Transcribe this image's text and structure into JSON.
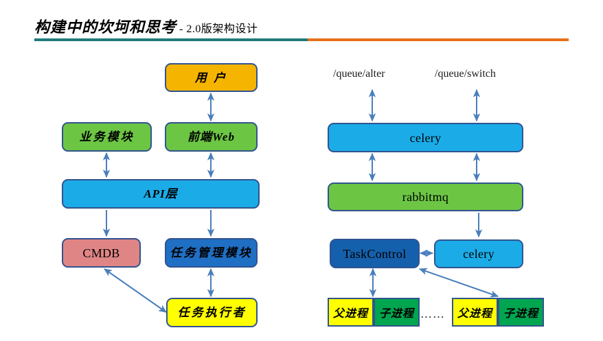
{
  "header": {
    "title_main": "构建中的坎坷和思考",
    "title_sub": "- 2.0版架构设计",
    "rule_teal_color": "#1F7A7A",
    "rule_orange_color": "#E8701A"
  },
  "palette": {
    "orange": "#F5B400",
    "green": "#6CC644",
    "light_blue": "#1BACE8",
    "dark_blue": "#1F6FC4",
    "deep_blue": "#1560AC",
    "pink": "#E08585",
    "yellow": "#FFFF00",
    "emerald": "#00A550",
    "border": "#31538F",
    "arrow": "#4A7EBB"
  },
  "left_diagram": {
    "nodes": [
      {
        "id": "user",
        "label": "用   户",
        "fill": "#F5B400",
        "style": "cn"
      },
      {
        "id": "biz-module",
        "label": "业务模块",
        "fill": "#6CC644",
        "style": "cn"
      },
      {
        "id": "frontend-web",
        "label": "前端Web",
        "fill": "#6CC644",
        "style": "mixed"
      },
      {
        "id": "api-layer",
        "label": "API层",
        "fill": "#1BACE8",
        "style": "mixed"
      },
      {
        "id": "cmdb",
        "label": "CMDB",
        "fill": "#E08585",
        "style": "en"
      },
      {
        "id": "task-manage",
        "label": "任务管理模块",
        "fill": "#1F6FC4",
        "style": "cn"
      },
      {
        "id": "task-runner",
        "label": "任务执行者",
        "fill": "#FFFF00",
        "style": "cn"
      }
    ]
  },
  "right_diagram": {
    "queue_labels": [
      {
        "id": "queue-alter",
        "label": "/queue/alter"
      },
      {
        "id": "queue-switch",
        "label": "/queue/switch"
      }
    ],
    "nodes": [
      {
        "id": "celery-top",
        "label": "celery",
        "fill": "#1BACE8",
        "style": "en"
      },
      {
        "id": "rabbitmq",
        "label": "rabbitmq",
        "fill": "#6CC644",
        "style": "en"
      },
      {
        "id": "task-control",
        "label": "TaskControl",
        "fill": "#1560AC",
        "style": "en"
      },
      {
        "id": "celery-right",
        "label": "celery",
        "fill": "#1BACE8",
        "style": "en"
      }
    ],
    "process_groups": [
      {
        "id": "process-group-1",
        "parent": {
          "label": "父进程",
          "fill": "#FFFF00"
        },
        "child": {
          "label": "子进程",
          "fill": "#00A550"
        }
      },
      {
        "id": "process-group-2",
        "parent": {
          "label": "父进程",
          "fill": "#FFFF00"
        },
        "child": {
          "label": "子进程",
          "fill": "#00A550"
        }
      }
    ],
    "ellipsis": "……"
  }
}
